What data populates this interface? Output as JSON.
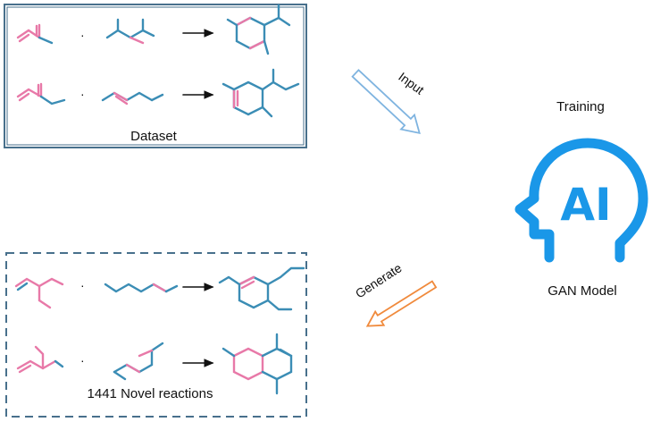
{
  "dataset_panel": {
    "label": "Dataset",
    "plus_sign": "·"
  },
  "novel_panel": {
    "label": "1441 Novel reactions",
    "plus_sign": "·"
  },
  "input_arrow": {
    "label": "Input"
  },
  "generate_arrow": {
    "label": "Generate"
  },
  "model": {
    "title": "Training",
    "icon_text": "AI",
    "name": "GAN Model"
  },
  "colors": {
    "pink": "#e879a8",
    "teal": "#3b8db5",
    "frame": "#48708c",
    "ai_blue": "#1a97e8",
    "input_arrow": "#7fb4e0",
    "generate_arrow": "#f08a3c"
  }
}
